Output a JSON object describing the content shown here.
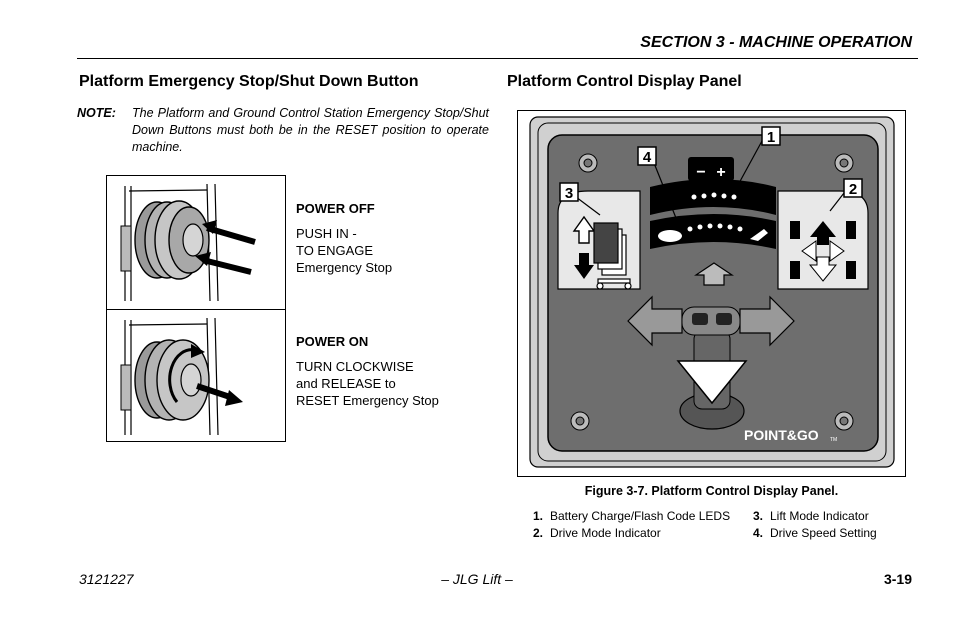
{
  "header": {
    "section": "SECTION 3 - MACHINE OPERATION"
  },
  "left": {
    "heading": "Platform Emergency Stop/Shut Down Button",
    "note_label": "NOTE:",
    "note_text": "The Platform and Ground Control Station Emergency Stop/Shut Down Buttons must both be in the RESET position to operate machine.",
    "power_off": {
      "title": "POWER OFF",
      "line1": "PUSH IN -",
      "line2": "TO ENGAGE",
      "line3": "Emergency Stop"
    },
    "power_on": {
      "title": "POWER ON",
      "line1": "TURN CLOCKWISE",
      "line2": "and RELEASE to",
      "line3": "RESET Emergency Stop"
    }
  },
  "right": {
    "heading": "Platform Control Display Panel",
    "figure": {
      "callouts": [
        "1",
        "2",
        "3",
        "4"
      ],
      "battery_minus": "−",
      "battery_plus": "+",
      "brand": "POINT&GO",
      "trademark": "TM"
    },
    "caption": "Figure 3-7. Platform Control Display Panel.",
    "legend": [
      {
        "num": "1.",
        "text": "Battery Charge/Flash Code LEDS"
      },
      {
        "num": "2.",
        "text": "Drive Mode Indicator"
      },
      {
        "num": "3.",
        "text": "Lift Mode Indicator"
      },
      {
        "num": "4.",
        "text": "Drive Speed Setting"
      }
    ]
  },
  "footer": {
    "doc_number": "3121227",
    "center": "– JLG Lift –",
    "page": "3-19"
  }
}
